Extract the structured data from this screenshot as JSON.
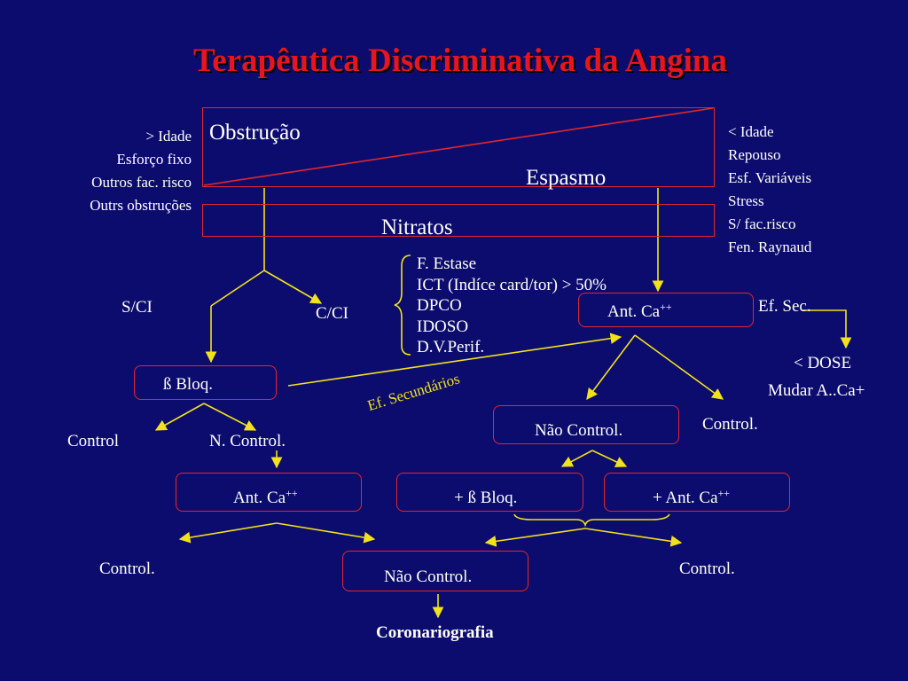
{
  "title": "Terapêutica Discriminativa da Angina",
  "obstrucao": "Obstrução",
  "espasmo": "Espasmo",
  "nitratos": "Nitratos",
  "left_factors": [
    "> Idade",
    "Esforço fixo",
    "Outros fac. risco",
    "Outrs obstruções"
  ],
  "right_factors": [
    "< Idade",
    "Repouso",
    "Esf. Variáveis",
    "Stress",
    "S/ fac.risco",
    "Fen. Raynaud"
  ],
  "contra_list": [
    "F. Estase",
    "ICT (Indíce card/tor) > 50%",
    "DPCO",
    "IDOSO",
    "D.V.Perif."
  ],
  "sci": "S/CI",
  "cci": "C/CI",
  "beta_bloq": "ß Bloq.",
  "ef_secundarios": "Ef. Secundários",
  "ant_ca_main": "Ant. Ca",
  "ant_ca_sup": "++",
  "ef_sec": "Ef. Sec.",
  "less_dose": "< DOSE",
  "mudar": "Mudar A..Ca+",
  "control_left": "Control",
  "n_control": "N. Control.",
  "nao_control_top": "Não Control.",
  "control_right": "Control.",
  "ant_ca_left": "Ant. Ca",
  "plus_beta": "+ ß Bloq.",
  "plus_ant_ca": "+ Ant. Ca",
  "control_bottom_left": "Control.",
  "control_bottom_right": "Control.",
  "nao_control_bottom": "Não Control.",
  "coronariografia": "Coronariografia"
}
